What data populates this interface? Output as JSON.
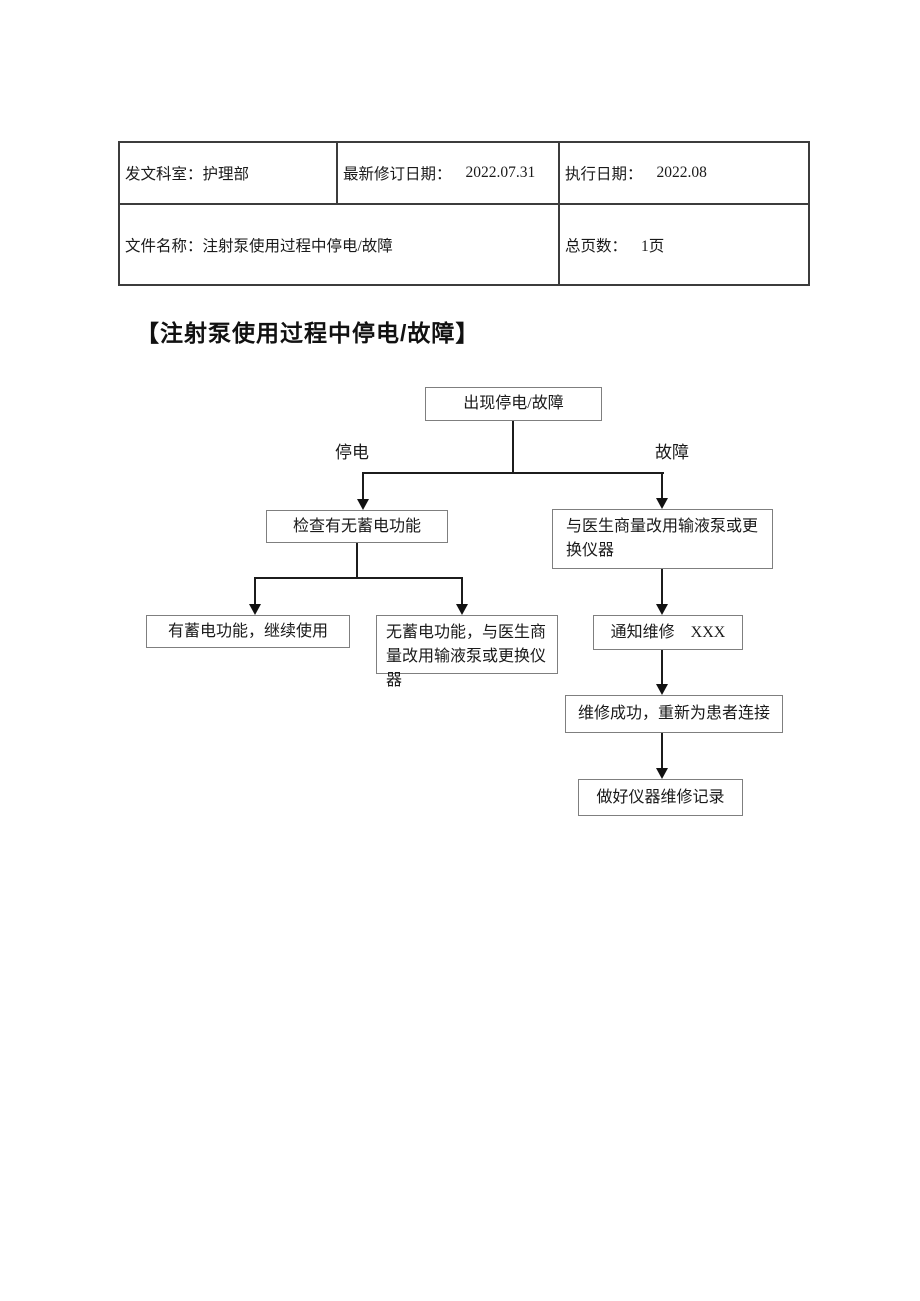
{
  "header_table": {
    "rows": [
      {
        "cells": [
          {
            "label": "发文科室：护理部",
            "value": ""
          },
          {
            "label": "最新修订日期：",
            "value": "2022.07.31"
          },
          {
            "label": "执行日期：",
            "value": "2022.08"
          }
        ]
      },
      {
        "cells": [
          {
            "label": "文件名称：注射泵使用过程中停电/故障",
            "value": ""
          },
          {
            "label": "总页数：",
            "value": "1页"
          }
        ]
      }
    ]
  },
  "heading": "【注射泵使用过程中停电/故障】",
  "flowchart": {
    "nodes": {
      "start": "出现停电/故障",
      "check": "检查有无蓄电功能",
      "consult": "与医生商量改用输液泵或更换仪器",
      "has_battery": "有蓄电功能，继续使用",
      "no_battery": "无蓄电功能，与医生商量改用输液泵或更换仪器",
      "notify": "通知维修　XXX",
      "repair_success": "维修成功，重新为患者连接",
      "record": "做好仪器维修记录"
    },
    "branch_labels": {
      "left": "停电",
      "right": "故障"
    },
    "edges": [
      {
        "from": "start",
        "to": "check",
        "label": "停电"
      },
      {
        "from": "start",
        "to": "consult",
        "label": "故障"
      },
      {
        "from": "check",
        "to": "has_battery"
      },
      {
        "from": "check",
        "to": "no_battery"
      },
      {
        "from": "consult",
        "to": "notify"
      },
      {
        "from": "notify",
        "to": "repair_success"
      },
      {
        "from": "repair_success",
        "to": "record"
      }
    ]
  },
  "colors": {
    "page_background": "#ffffff",
    "table_border": "#3c3c3c",
    "box_border": "#7f7f7f",
    "connector_line": "#1c1c1c",
    "text": "#1a1a1a"
  }
}
